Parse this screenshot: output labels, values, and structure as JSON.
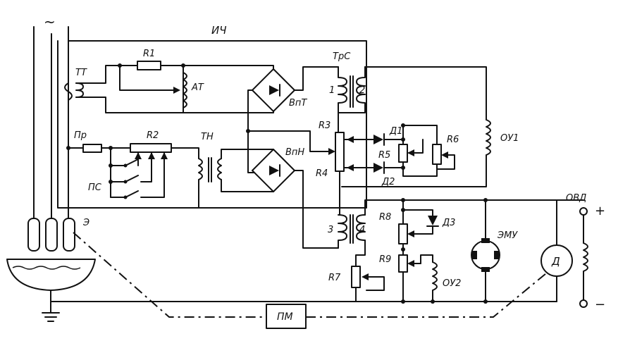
{
  "labels": {
    "ac": "~",
    "ich": "ИЧ",
    "tt": "ТТ",
    "r1": "R1",
    "at": "АТ",
    "vpt": "ВпТ",
    "trs": "ТрС",
    "w1": "1",
    "w2": "2",
    "pr": "Пр",
    "r2": "R2",
    "tn": "ТН",
    "vpn": "ВпН",
    "r3": "R3",
    "r4": "R4",
    "d1": "Д1",
    "d2": "Д2",
    "r5": "R5",
    "r6": "R6",
    "ou1": "ОУ1",
    "ps": "ПС",
    "e": "Э",
    "r8": "R8",
    "d3": "Д3",
    "emu": "ЭМУ",
    "ovd": "ОВД",
    "plus": "+",
    "minus": "−",
    "d": "Д",
    "r9": "R9",
    "ou2": "ОУ2",
    "w3": "3",
    "w4": "4",
    "r7": "R7",
    "pm": "ПМ"
  }
}
